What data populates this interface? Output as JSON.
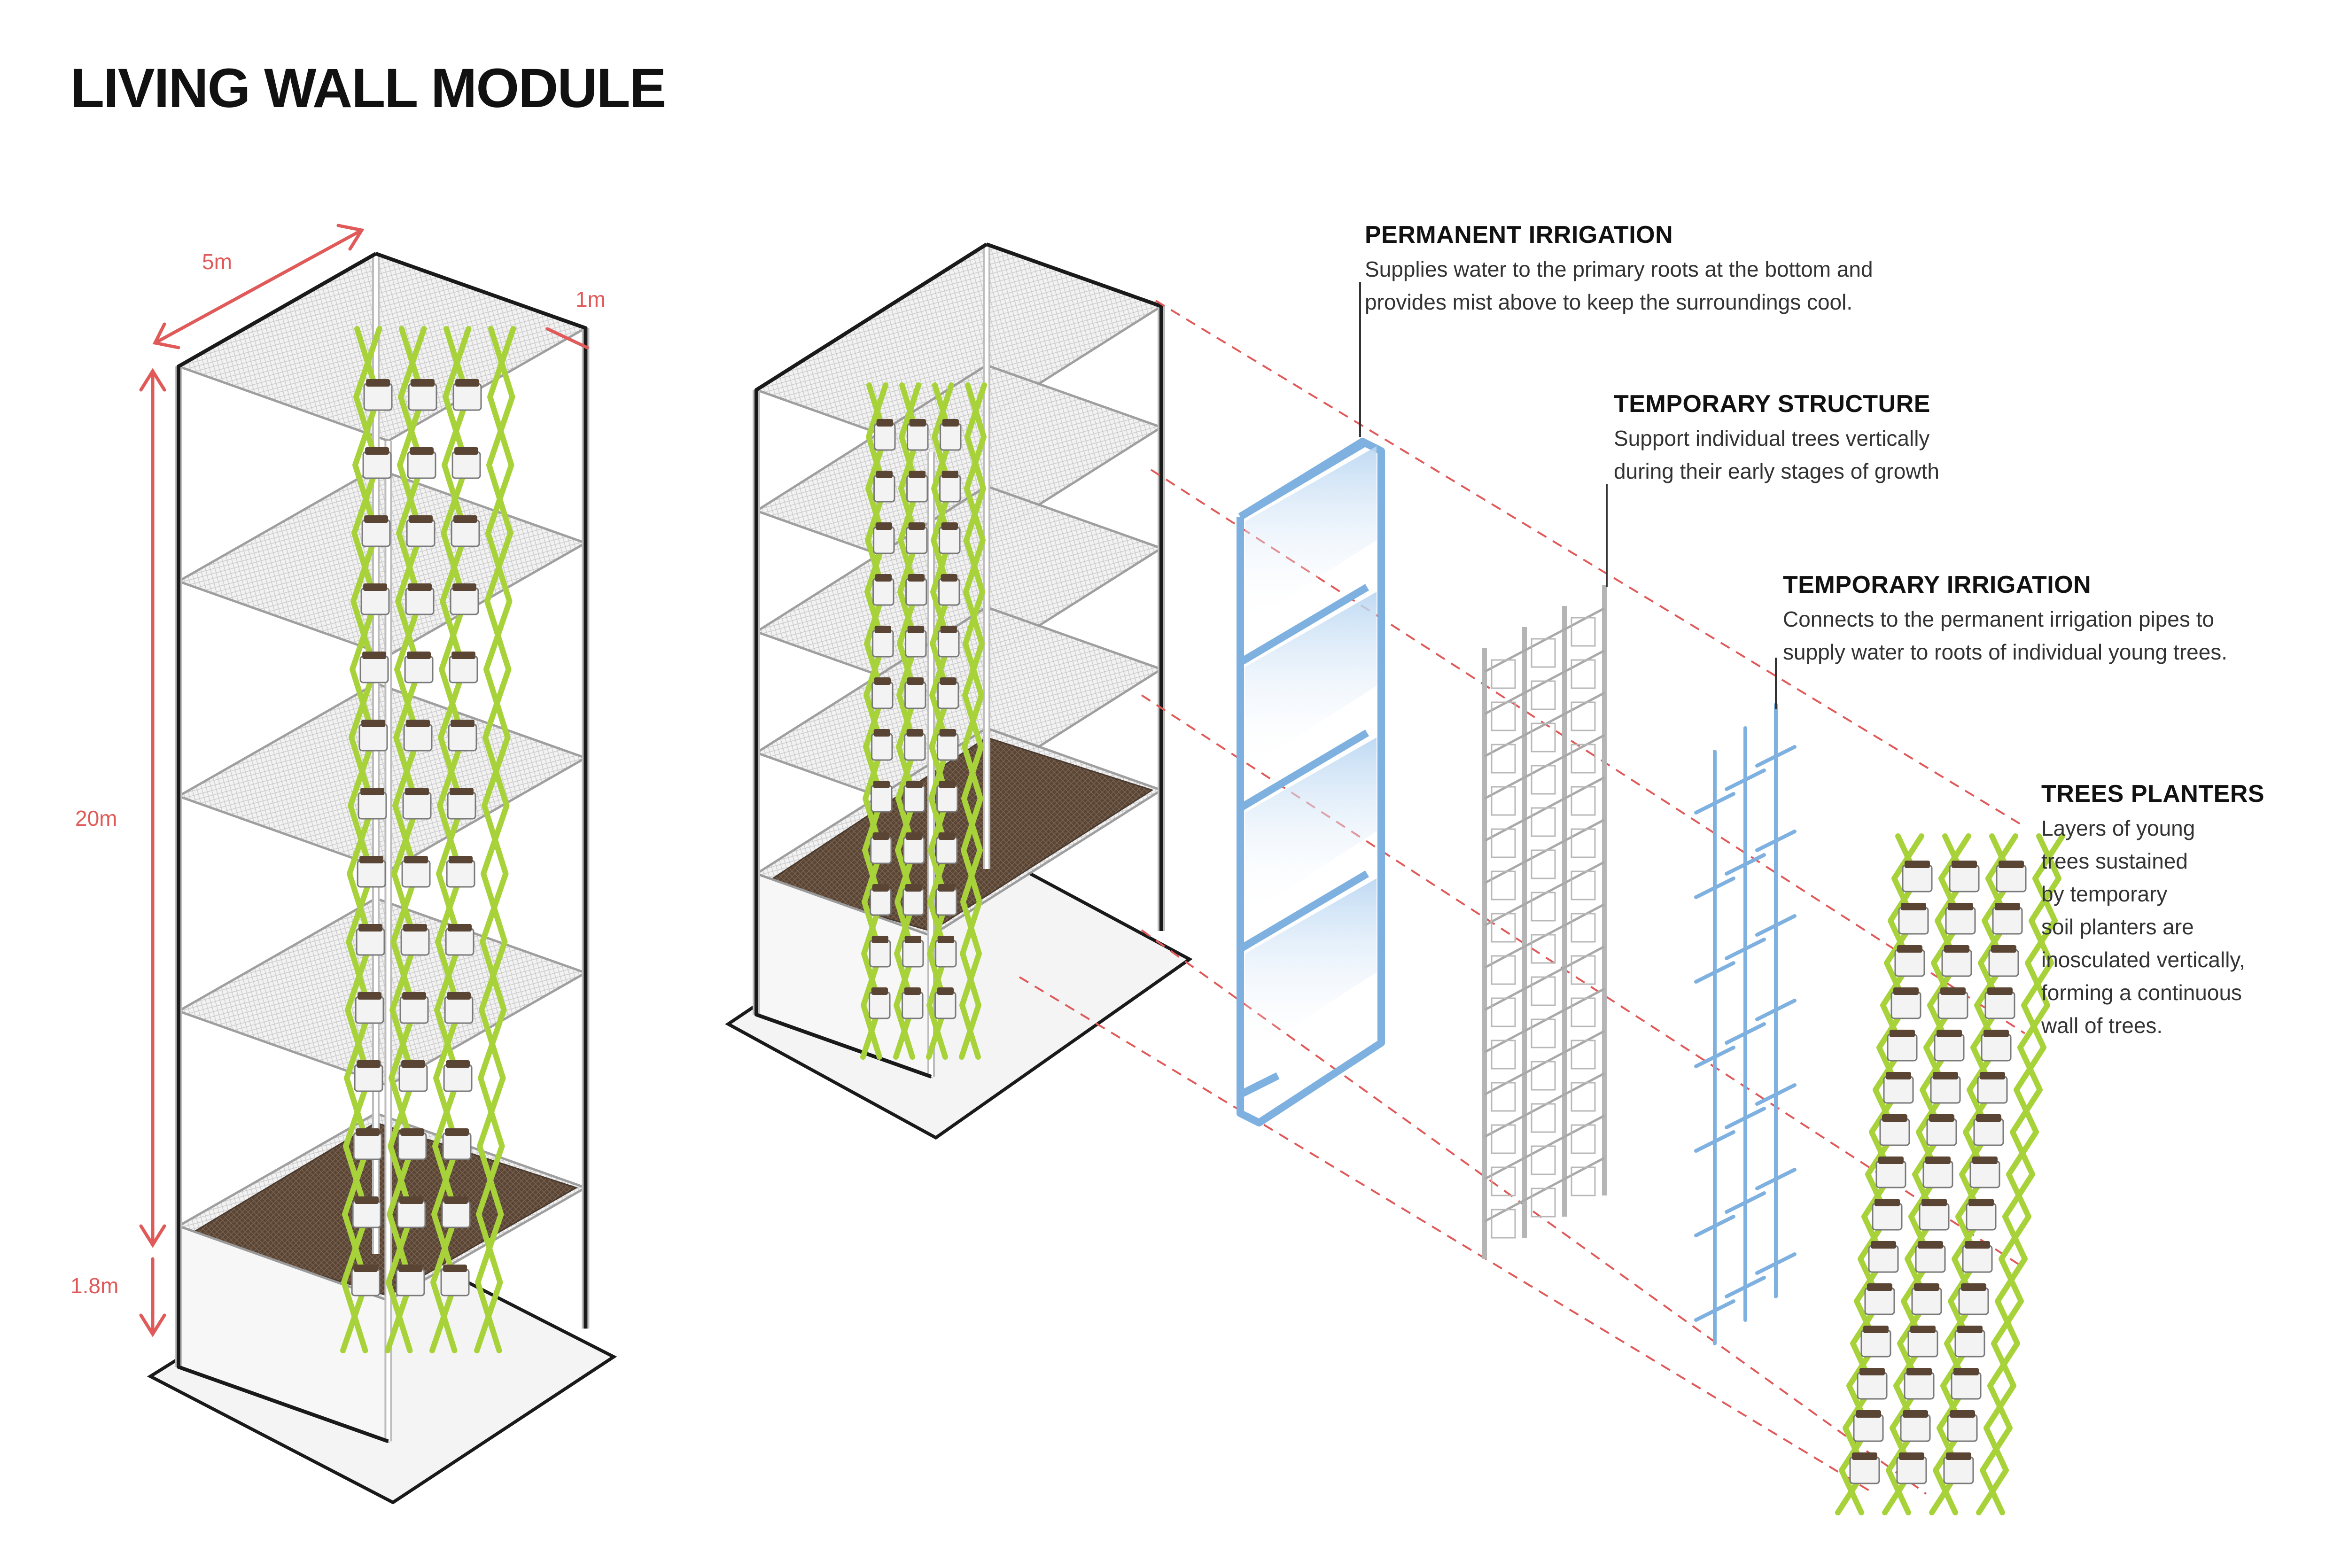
{
  "title": "LIVING WALL MODULE",
  "dimensions": {
    "width": "5m",
    "depth": "1m",
    "height": "20m",
    "base": "1.8m"
  },
  "callouts": {
    "permanent_irrigation": {
      "heading": "PERMANENT IRRIGATION",
      "lines": [
        "Supplies water to the primary roots at the bottom and",
        "provides mist above to keep the surroundings cool."
      ]
    },
    "temporary_structure": {
      "heading": "TEMPORARY STRUCTURE",
      "lines": [
        "Support individual trees vertically",
        "during their early stages of growth"
      ]
    },
    "temporary_irrigation": {
      "heading": "TEMPORARY IRRIGATION",
      "lines": [
        "Connects to the permanent irrigation pipes to",
        "supply water to roots of individual young trees."
      ]
    },
    "trees_planters": {
      "heading": "TREES PLANTERS",
      "lines": [
        "Layers of young",
        "trees sustained",
        "by temporary",
        "soil planters are",
        "inosculated vertically,",
        "forming a continuous",
        "wall of trees."
      ]
    }
  },
  "colors": {
    "dimension": "#e15a5a",
    "irrigation": "#7fb1e0",
    "trees": "#a8d23a",
    "soil": "#5a4535",
    "frame": "#9a9a9a",
    "outline": "#1a1a1a"
  }
}
